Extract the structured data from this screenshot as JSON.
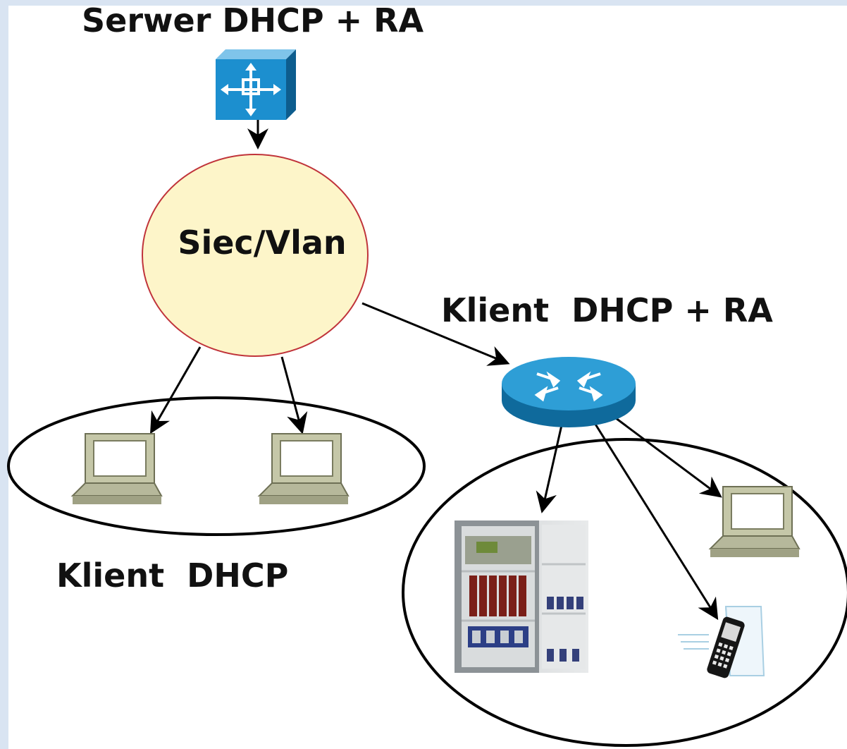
{
  "labels": {
    "server": "Serwer DHCP + RA",
    "network": "Siec/Vlan",
    "router_client": "Klient  DHCP + RA",
    "dhcp_client": "Klient  DHCP"
  },
  "colors": {
    "network_fill": "#fdf5c9",
    "network_stroke": "#c0333a",
    "router_blue": "#1a8bc4",
    "switch_blue": "#1c8fcf",
    "edge_band": "#d9e4f2"
  },
  "icons": {
    "server": "layer3-switch-icon",
    "router": "router-icon",
    "computer": "computer-icon",
    "fridge": "fridge-photo",
    "phone": "mobile-phone-icon"
  }
}
